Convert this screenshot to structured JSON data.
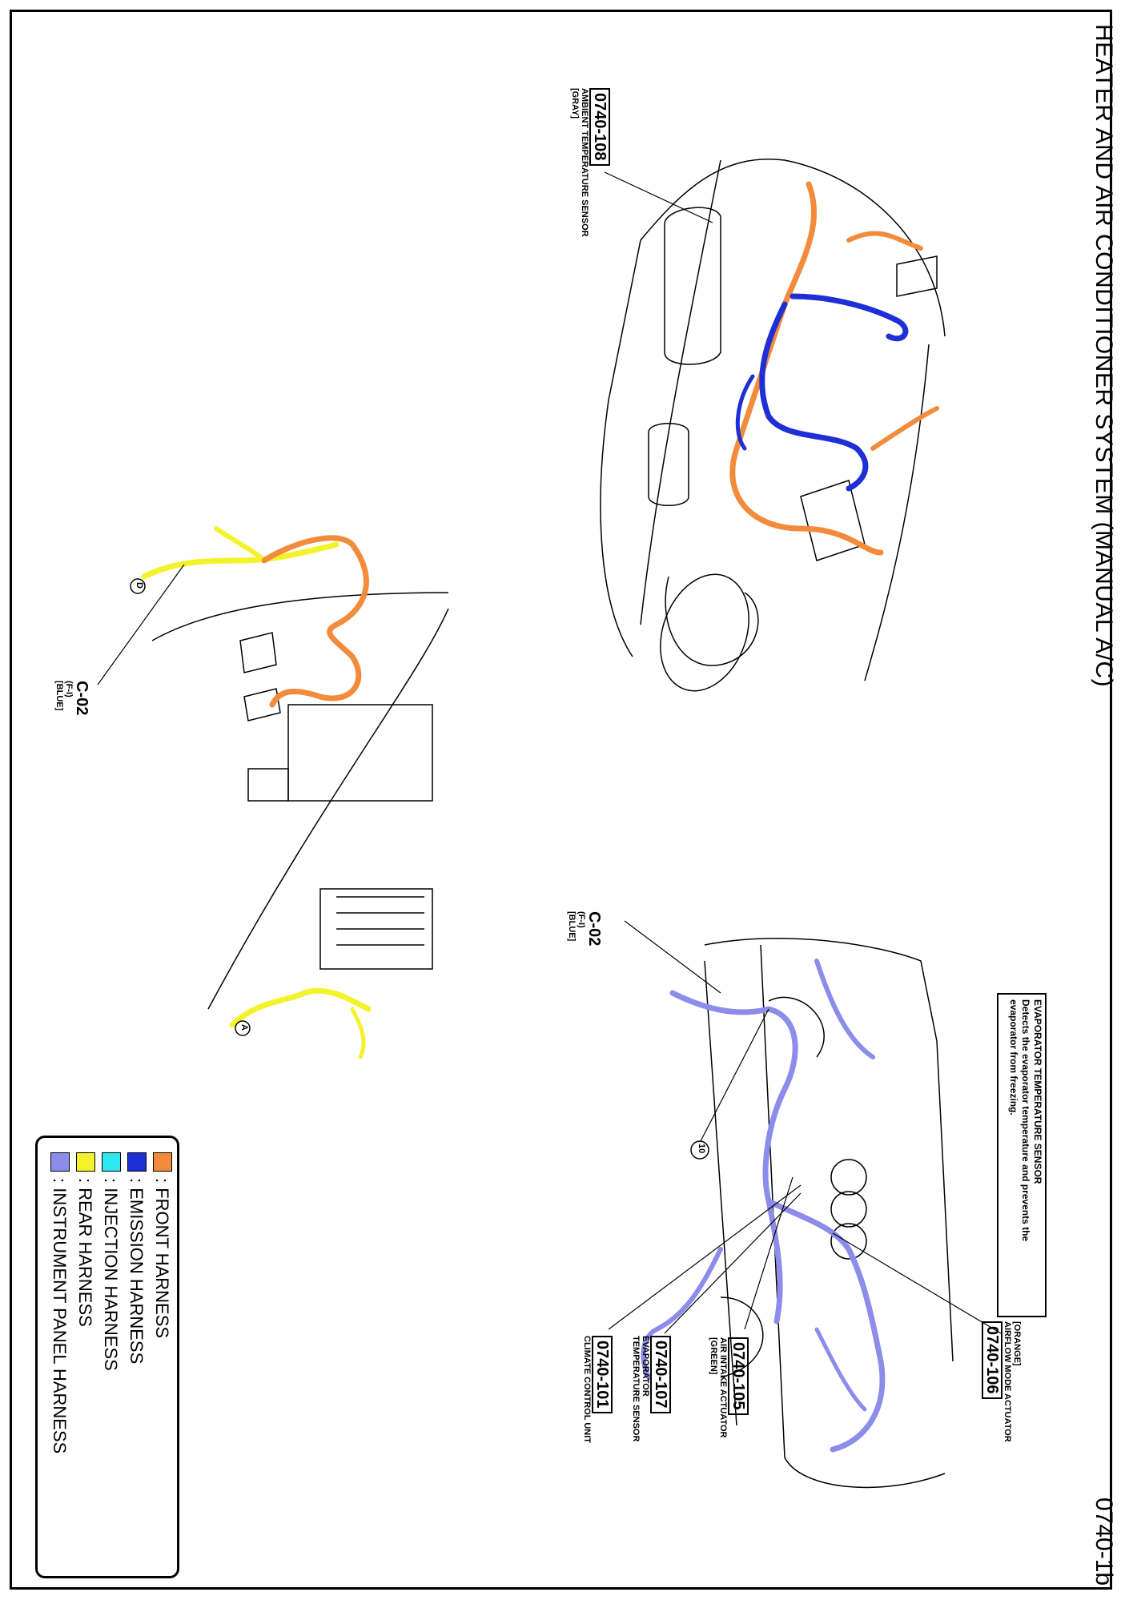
{
  "title": "HEATER AND AIR CONDITIONER SYSTEM (MANUAL A/C)",
  "page_number": "0740-1b",
  "callouts": {
    "ambient_sensor": {
      "code": "0740-108",
      "name": "AMBIENT TEMPERATURE SENSOR",
      "color": "[GRAY]"
    },
    "airflow_actuator": {
      "code": "0740-106",
      "name": "AIRFLOW MODE ACTUATOR",
      "color": "[ORANGE]"
    },
    "air_intake_actuator": {
      "code": "0740-105",
      "name": "AIR INTAKE ACTUATOR",
      "color": "[GREEN]"
    },
    "evap_sensor": {
      "code": "0740-107",
      "name_line1": "EVAPORATOR",
      "name_line2": "TEMPERATURE SENSOR"
    },
    "climate_unit": {
      "code": "0740-101",
      "name": "CLIMATE CONTROL UNIT"
    }
  },
  "connectors": {
    "c02_left": {
      "id": "C-02",
      "pins": "(F-I)",
      "color": "[BLUE]"
    },
    "c02_right": {
      "id": "C-02",
      "pins": "(F-I)",
      "color": "[BLUE]"
    },
    "marker_d": "D",
    "marker_a": "A",
    "marker_10": "10"
  },
  "note": {
    "heading": "EVAPORATOR TEMPERATURE SENSOR",
    "line1": "Detects the evaporator temperature and prevents the",
    "line2": "evaporator from freezing."
  },
  "legend": [
    {
      "label": ": FRONT HARNESS",
      "color": "#F28C3C"
    },
    {
      "label": ": EMISSION HARNESS",
      "color": "#1F2FD6"
    },
    {
      "label": ": INJECTION HARNESS",
      "color": "#2FE8F0"
    },
    {
      "label": ": REAR HARNESS",
      "color": "#F4F22A"
    },
    {
      "label": ": INSTRUMENT PANEL HARNESS",
      "color": "#8C8CEA"
    }
  ]
}
